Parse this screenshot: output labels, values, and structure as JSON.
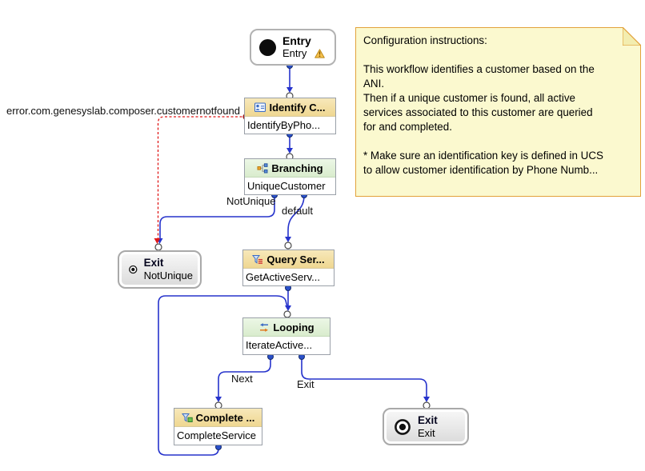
{
  "diagram": {
    "nodes": {
      "entry": {
        "title": "Entry",
        "subtitle": "Entry"
      },
      "identify_customer": {
        "title": "Identify C...",
        "subtitle": "IdentifyByPho..."
      },
      "branching": {
        "title": "Branching",
        "subtitle": "UniqueCustomer"
      },
      "exit_not_unique": {
        "title": "Exit",
        "subtitle": "NotUnique"
      },
      "query_services": {
        "title": "Query Ser...",
        "subtitle": "GetActiveServ..."
      },
      "looping": {
        "title": "Looping",
        "subtitle": "IterateActive..."
      },
      "complete_service": {
        "title": "Complete ...",
        "subtitle": "CompleteService"
      },
      "exit_exit": {
        "title": "Exit",
        "subtitle": "Exit"
      }
    },
    "edge_labels": {
      "error": "error.com.genesyslab.composer.customernotfound",
      "not_unique": "NotUnique",
      "default": "default",
      "next": "Next",
      "exit": "Exit"
    },
    "icons": {
      "entry": "entry-point-icon",
      "identify": "identify-contact-icon",
      "branching": "branching-icon",
      "query": "query-filter-icon",
      "looping": "loop-arrows-icon",
      "complete": "complete-filter-icon",
      "exit": "exit-target-icon",
      "warning": "warning-icon"
    },
    "colors": {
      "edge_blue": "#2633cc",
      "error_red": "#e01818",
      "port_blue": "#2a50c8",
      "header_tan": "#f2dfa5",
      "header_green": "#e2f1d9",
      "note_bg": "#fbf9cf",
      "note_border": "#e2a23b"
    }
  },
  "note": {
    "lines": [
      "Configuration instructions:",
      "",
      "This workflow identifies a customer based on the",
      "ANI.",
      "Then if a unique customer is found, all active",
      "services associated to this customer are queried",
      "for and completed.",
      "",
      "* Make sure an identification key is defined in UCS",
      "to allow customer identification by Phone Numb..."
    ]
  }
}
